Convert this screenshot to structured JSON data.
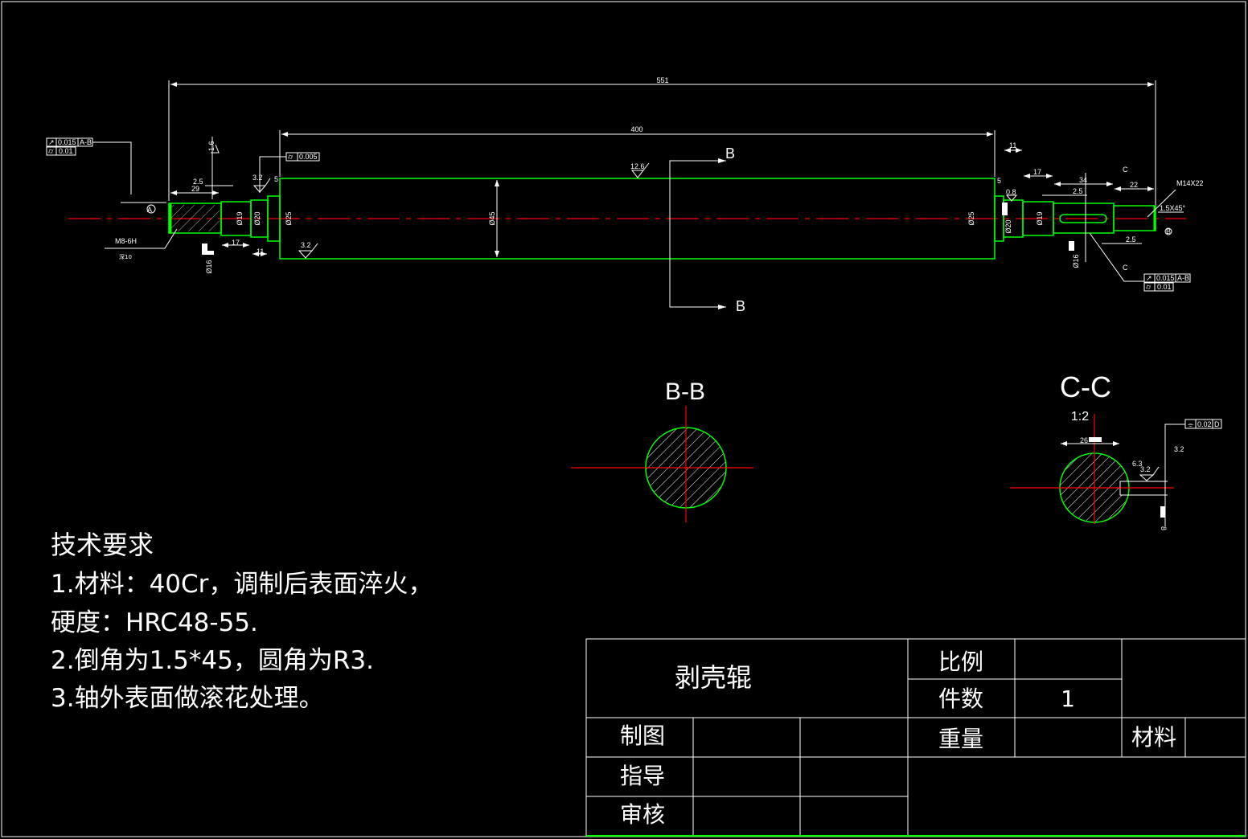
{
  "main_view": {
    "overall_length": "551",
    "roll_length": "400",
    "section_label_top": "B",
    "section_label_bottom": "B",
    "roughness_body": "12.6",
    "roughness_left_end": "1.6",
    "roughness_left_shoulder": "3.2",
    "roughness_left_body": "3.2",
    "roughness_right_08": "0.8",
    "left": {
      "runout_tol": "0.015",
      "runout_datum": "A-B",
      "cyl_tol": "0.01",
      "cyl_tol_shoulder": "0.005",
      "dim_2_5": "2.5",
      "dim_29": "29",
      "dim_5": "5",
      "dim_17": "17",
      "dim_11": "11",
      "d19": "Ø19",
      "d20": "Ø20",
      "d25": "Ø25",
      "d16": "Ø16",
      "d45": "Ø45",
      "thread": "M8-6H",
      "depth": "深10",
      "datum": "A"
    },
    "right": {
      "dim_11": "11",
      "dim_5": "5",
      "dim_17": "17",
      "dim_34": "34",
      "dim_2_5_top": "2.5",
      "dim_22": "22",
      "dim_2_5_bottom": "2.5",
      "d25": "Ø25",
      "d20": "Ø20",
      "d19": "Ø19",
      "d16": "Ø16",
      "thread": "M14X22",
      "chamfer": "1.5X45°",
      "section_c_top": "C",
      "section_c_bottom": "C",
      "runout_tol": "0.015",
      "runout_datum": "A-B",
      "cyl_tol": "0.01",
      "datum": "B"
    }
  },
  "section_bb": {
    "title": "B-B"
  },
  "section_cc": {
    "title": "C-C",
    "scale": "1:2",
    "width_dim": "26",
    "depth_dim": "8",
    "roughness_a": "6.3",
    "roughness_b": "3.2",
    "roughness_c": "3.2",
    "sym_tol": "0.02",
    "sym_datum": "D"
  },
  "tech_requirements": {
    "heading": "技术要求",
    "lines": [
      "1.材料：40Cr，调制后表面淬火，",
      "硬度：HRC48-55.",
      "2.倒角为1.5*45，圆角为R3.",
      "3.轴外表面做滚花处理。"
    ]
  },
  "title_block": {
    "part_name": "剥壳辊",
    "scale_label": "比例",
    "scale_value": "",
    "qty_label": "件数",
    "qty_value": "1",
    "weight_label": "重量",
    "material_label": "材料",
    "drawn_label": "制图",
    "guide_label": "指导",
    "review_label": "审核"
  },
  "colors": {
    "outline": "#00ff00",
    "centerline": "#ff0000",
    "annotation": "#ffffff"
  }
}
